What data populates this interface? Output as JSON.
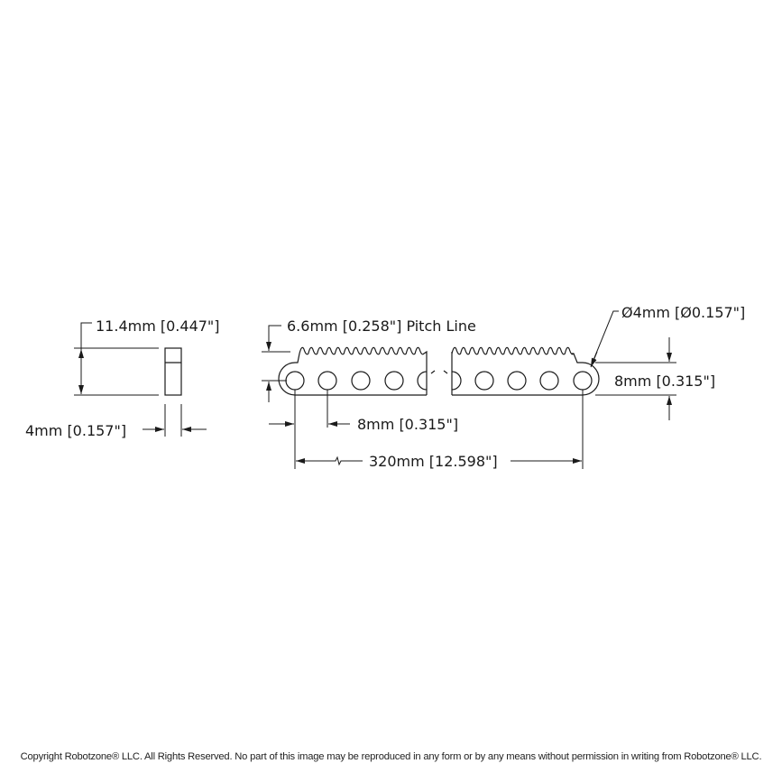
{
  "dimensions": {
    "thickness_height": "11.4mm [0.447\"]",
    "width": "4mm [0.157\"]",
    "pitch_line": "6.6mm [0.258\"] Pitch Line",
    "hole_pitch": "8mm [0.315\"]",
    "length": "320mm [12.598\"]",
    "hole_diameter": "Ø4mm [Ø0.157\"]",
    "rack_width": "8mm [0.315\"]"
  },
  "copyright": "Copyright Robotzone® LLC.  All Rights Reserved. No part of this image may be reproduced in any form or by any means without permission in writing from Robotzone® LLC."
}
